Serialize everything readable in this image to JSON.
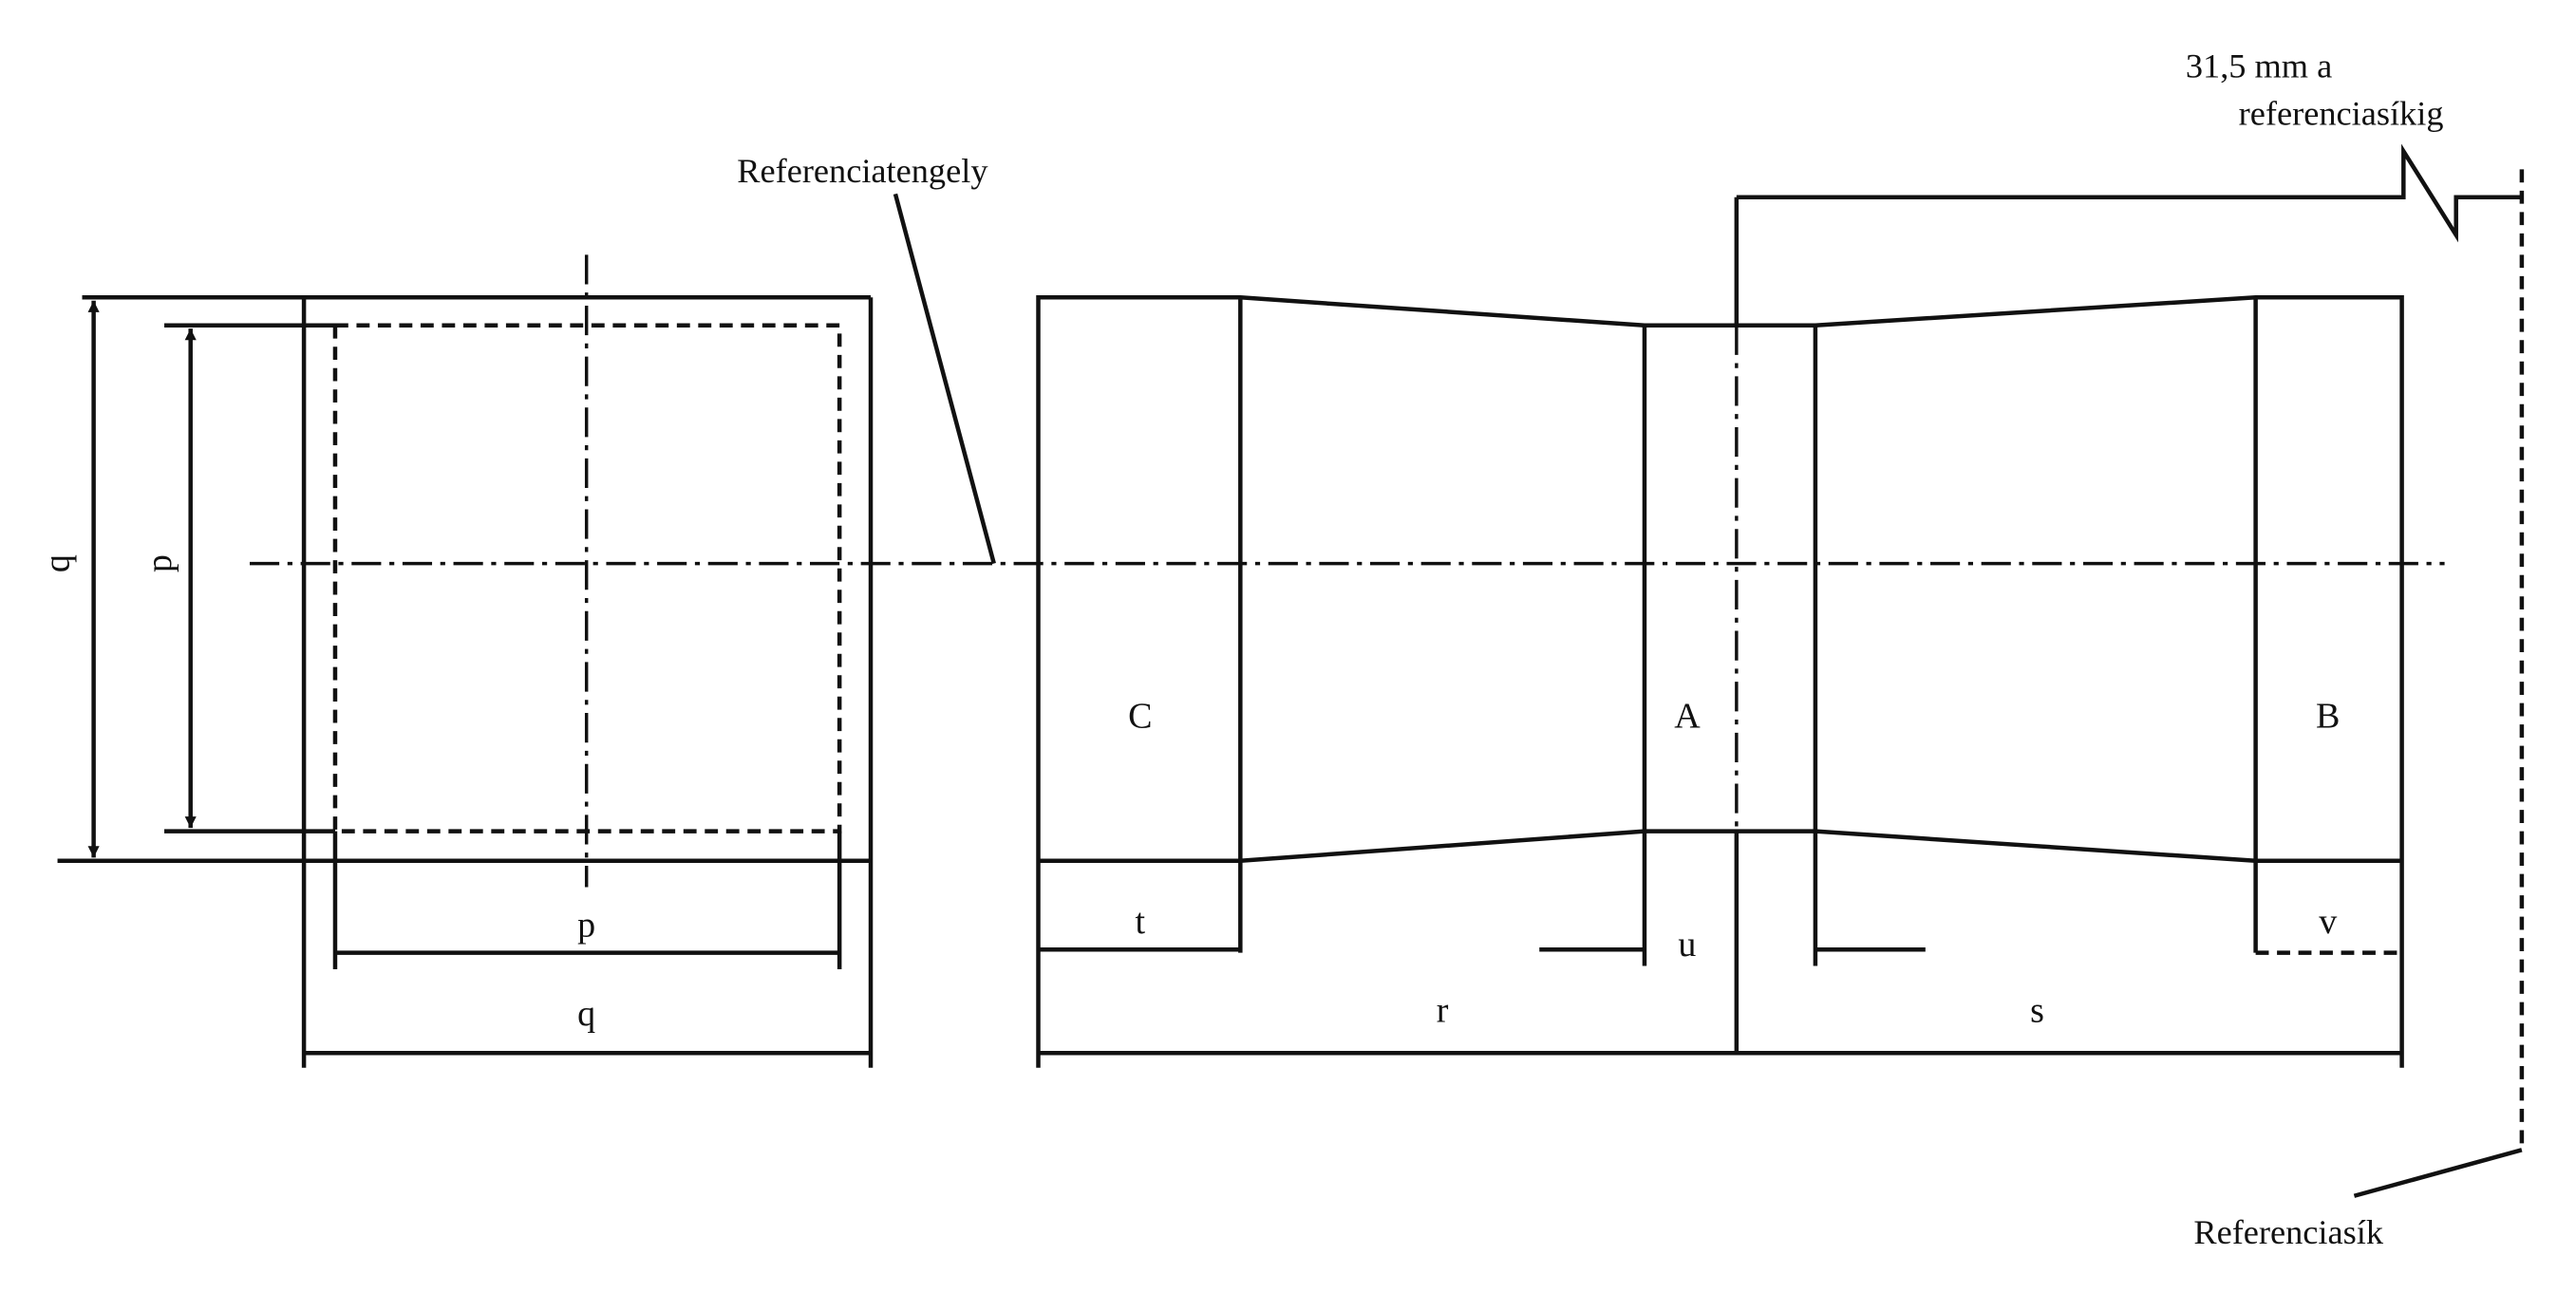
{
  "labels": {
    "reference_axis": "Referenciatengely",
    "distance_line1": "31,5 mm a",
    "distance_line2": "referenciasíkig",
    "reference_plane": "Referenciasík",
    "zone_c": "C",
    "zone_a": "A",
    "zone_b": "B",
    "dim_q_vertical": "q",
    "dim_p_vertical": "p",
    "dim_p_horizontal": "p",
    "dim_q_horizontal": "q",
    "dim_t": "t",
    "dim_u": "u",
    "dim_v": "v",
    "dim_r": "r",
    "dim_s": "s"
  }
}
